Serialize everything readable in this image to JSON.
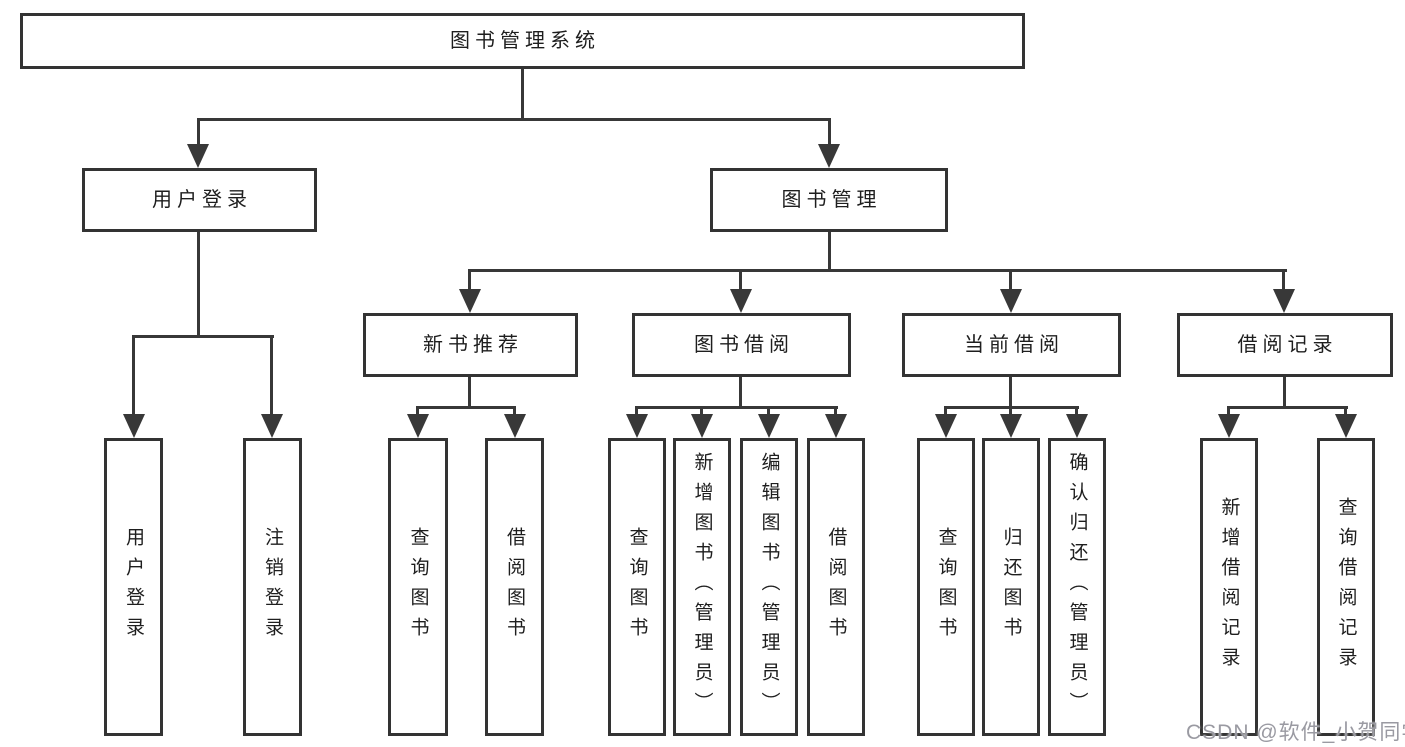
{
  "diagram": {
    "root": {
      "label": "图书管理系统"
    },
    "level2": [
      {
        "label": "用户登录"
      },
      {
        "label": "图书管理"
      }
    ],
    "level3": [
      {
        "label": "新书推荐",
        "parent": "图书管理"
      },
      {
        "label": "图书借阅",
        "parent": "图书管理"
      },
      {
        "label": "当前借阅",
        "parent": "图书管理"
      },
      {
        "label": "借阅记录",
        "parent": "图书管理"
      }
    ],
    "leaves": [
      {
        "label": "用户登录",
        "parent": "用户登录"
      },
      {
        "label": "注销登录",
        "parent": "用户登录"
      },
      {
        "label": "查询图书",
        "parent": "新书推荐"
      },
      {
        "label": "借阅图书",
        "parent": "新书推荐"
      },
      {
        "label": "查询图书",
        "parent": "图书借阅"
      },
      {
        "label": "新增图书（管理员）",
        "parent": "图书借阅"
      },
      {
        "label": "编辑图书（管理员）",
        "parent": "图书借阅"
      },
      {
        "label": "借阅图书",
        "parent": "图书借阅"
      },
      {
        "label": "查询图书",
        "parent": "当前借阅"
      },
      {
        "label": "归还图书",
        "parent": "当前借阅"
      },
      {
        "label": "确认归还（管理员）",
        "parent": "当前借阅"
      },
      {
        "label": "新增借阅记录",
        "parent": "借阅记录"
      },
      {
        "label": "查询借阅记录",
        "parent": "借阅记录"
      }
    ]
  },
  "watermark": {
    "text": "CSDN @软件_小贺同学"
  },
  "colors": {
    "line": "#383838",
    "box_border": "#333333",
    "box_bg": "#ffffff",
    "text": "#1e1e1e",
    "watermark": "#9a9aa2"
  }
}
